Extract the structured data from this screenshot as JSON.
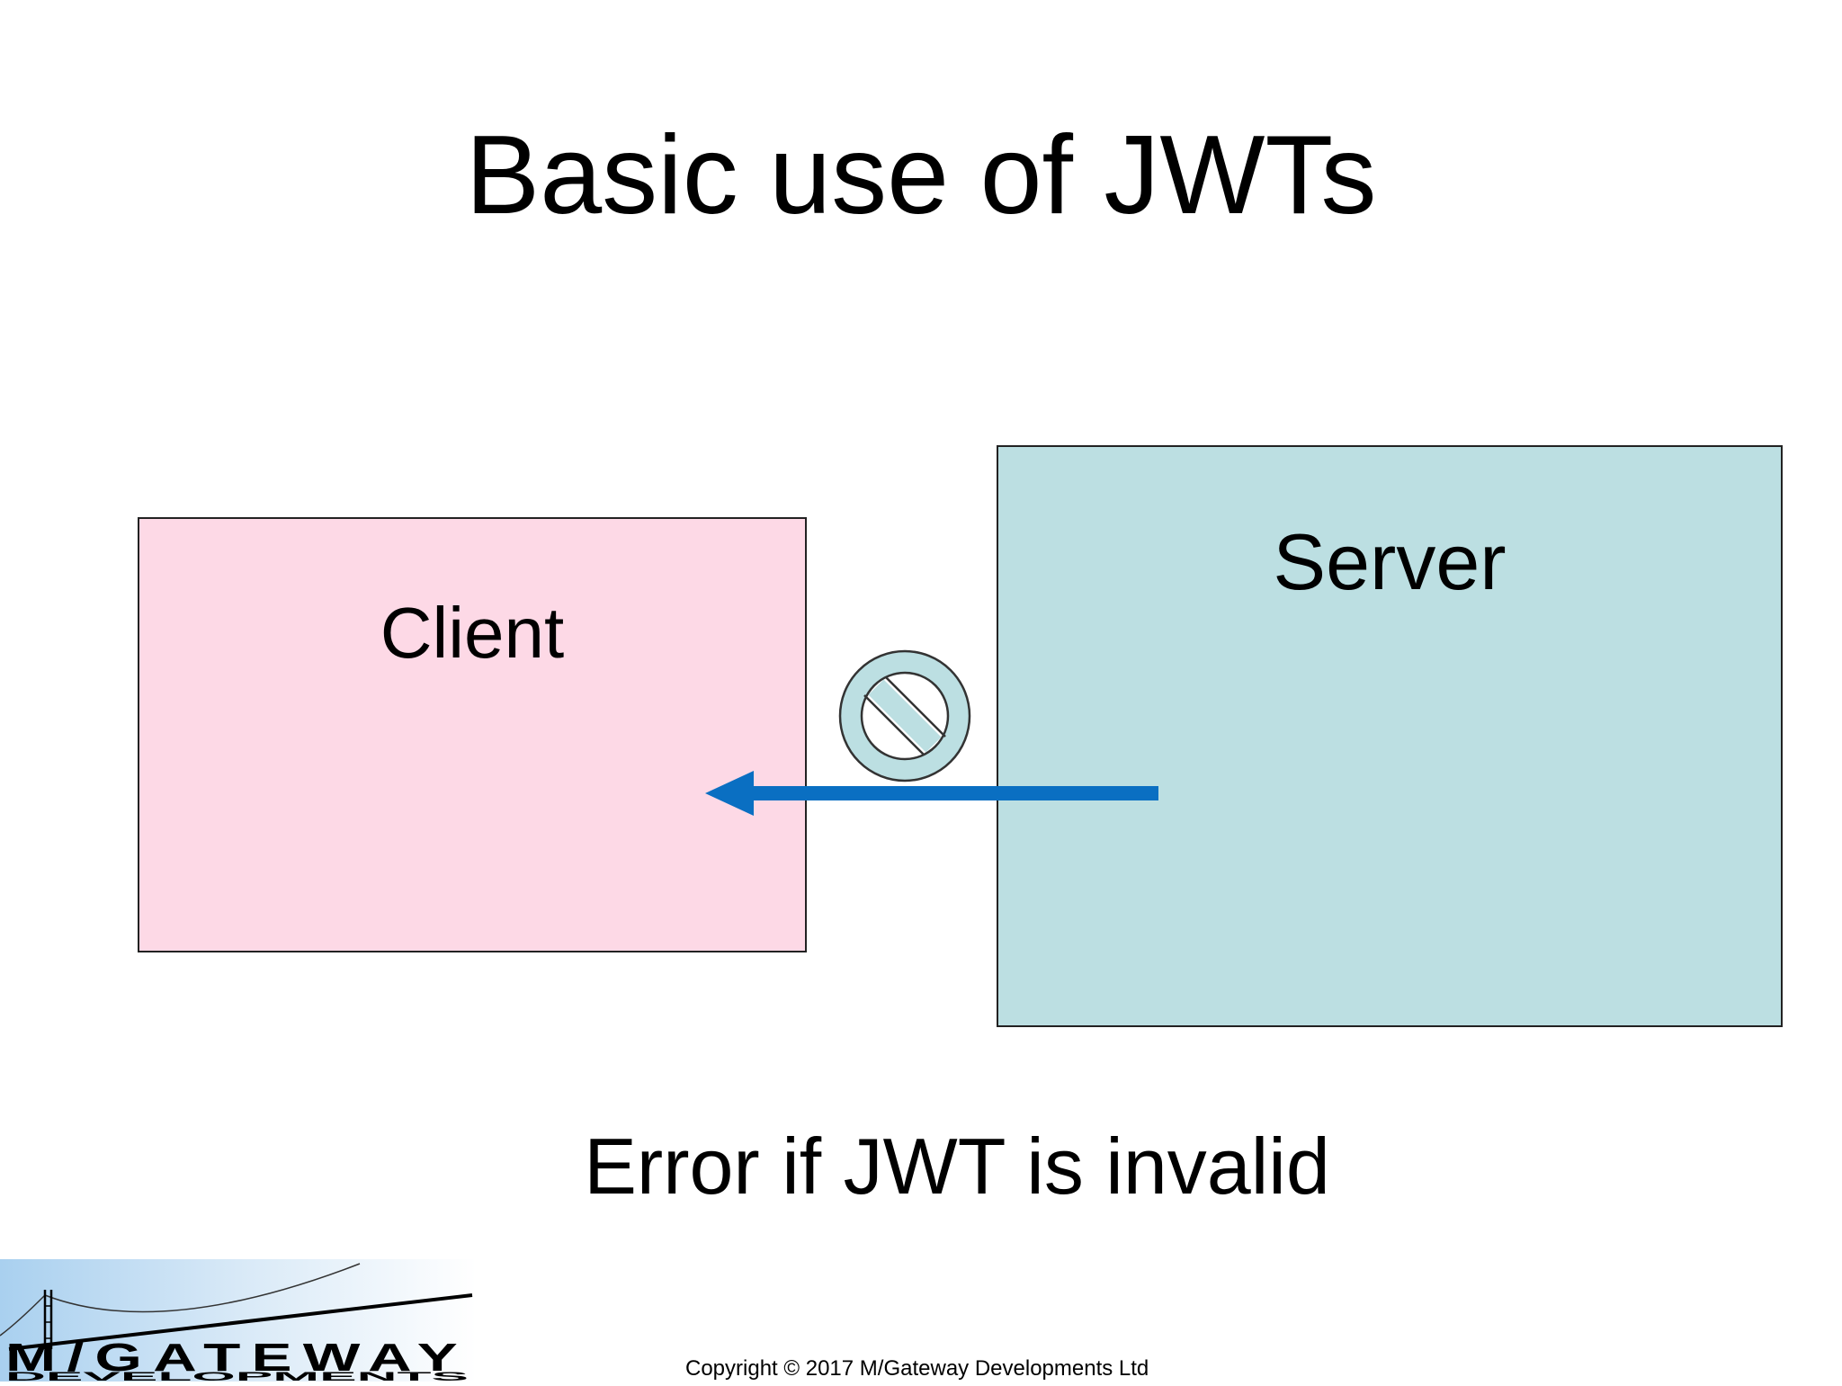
{
  "slide": {
    "title": "Basic use of JWTs",
    "caption": "Error if JWT is invalid",
    "copyright": "Copyright © 2017 M/Gateway Developments Ltd"
  },
  "diagram": {
    "client": {
      "label": "Client",
      "fill": "#fdd9e6"
    },
    "server": {
      "label": "Server",
      "fill": "#bcdfe2"
    },
    "arrow": {
      "direction": "server-to-client",
      "color": "#0a6fc2"
    },
    "blocked_icon": {
      "icon": "no-entry-icon",
      "fill": "#bcdfe2"
    }
  },
  "logo": {
    "line1": "M/GATEWAY",
    "line2": "DEVELOPMENTS"
  }
}
